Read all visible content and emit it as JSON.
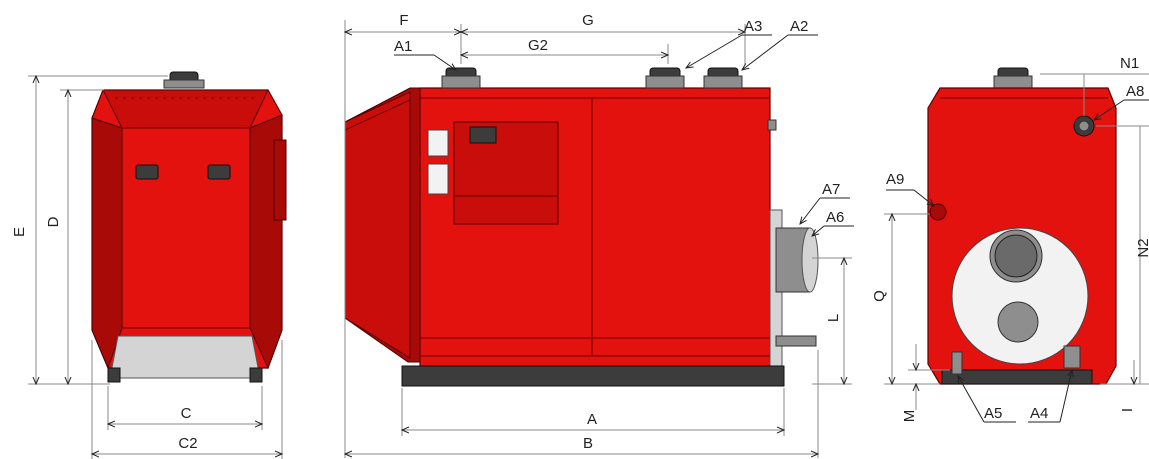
{
  "dimensions": {
    "front": {
      "E": "E",
      "D": "D",
      "C": "C",
      "C2": "C2"
    },
    "side": {
      "F": "F",
      "G": "G",
      "G2": "G2",
      "A": "A",
      "B": "B",
      "L": "L"
    },
    "rear": {
      "N1": "N1",
      "N2": "N2",
      "Q": "Q",
      "M": "M",
      "I": "I"
    }
  },
  "connections": {
    "A1": "A1",
    "A2": "A2",
    "A3": "A3",
    "A4": "A4",
    "A5": "A5",
    "A6": "A6",
    "A7": "A7",
    "A8": "A8",
    "A9": "A9"
  },
  "colors": {
    "body": "#e3120f",
    "outline": "#5a0000",
    "dimension_line": "#8a8a8a"
  }
}
